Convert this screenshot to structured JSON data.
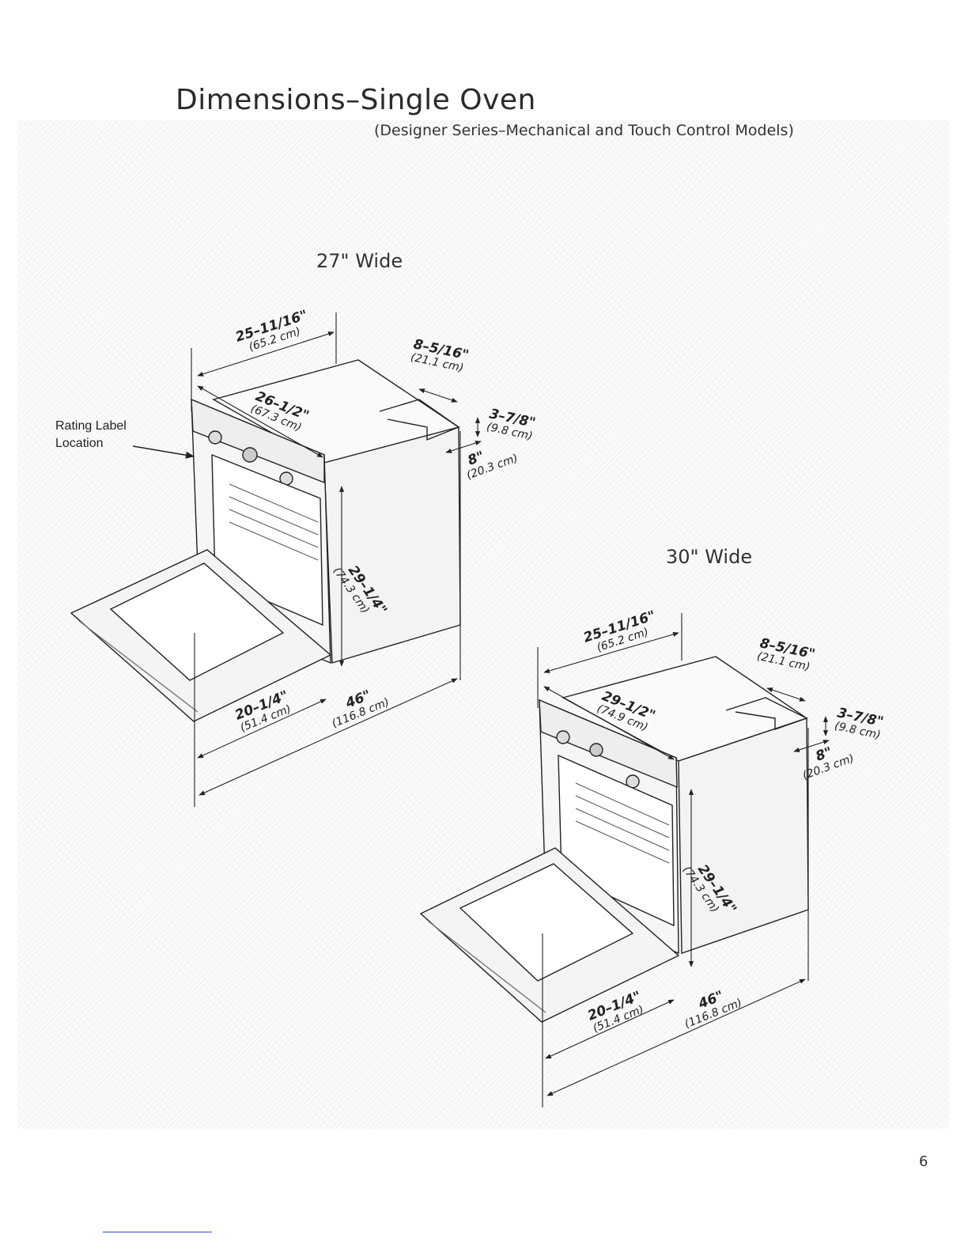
{
  "page": {
    "title": "Dimensions–Single Oven",
    "subtitle": "(Designer Series–Mechanical and Touch Control Models)",
    "page_number": "6"
  },
  "rating_label": {
    "line1": "Rating Label",
    "line2": "Location"
  },
  "oven27": {
    "caption": "27\" Wide",
    "dims": {
      "top_width": {
        "inch": "25–11/16\"",
        "cm": "(65.2 cm)"
      },
      "front_width": {
        "inch": "26–1/2\"",
        "cm": "(67.3 cm)"
      },
      "rear_notch_width": {
        "inch": "8–5/16\"",
        "cm": "(21.1 cm)"
      },
      "notch_depth": {
        "inch": "3–7/8\"",
        "cm": "(9.8 cm)"
      },
      "notch_height": {
        "inch": "8\"",
        "cm": "(20.3 cm)"
      },
      "height": {
        "inch": "29–1/4\"",
        "cm": "(74.3 cm)"
      },
      "door_depth": {
        "inch": "20–1/4\"",
        "cm": "(51.4 cm)"
      },
      "total_depth": {
        "inch": "46\"",
        "cm": "(116.8 cm)"
      }
    }
  },
  "oven30": {
    "caption": "30\" Wide",
    "dims": {
      "top_width": {
        "inch": "25–11/16\"",
        "cm": "(65.2 cm)"
      },
      "front_width": {
        "inch": "29–1/2\"",
        "cm": "(74.9 cm)"
      },
      "rear_notch_width": {
        "inch": "8–5/16\"",
        "cm": "(21.1 cm)"
      },
      "notch_depth": {
        "inch": "3–7/8\"",
        "cm": "(9.8 cm)"
      },
      "notch_height": {
        "inch": "8\"",
        "cm": "(20.3 cm)"
      },
      "height": {
        "inch": "29–1/4\"",
        "cm": "(74.3 cm)"
      },
      "door_depth": {
        "inch": "20–1/4\"",
        "cm": "(51.4 cm)"
      },
      "total_depth": {
        "inch": "46\"",
        "cm": "(116.8 cm)"
      }
    }
  }
}
